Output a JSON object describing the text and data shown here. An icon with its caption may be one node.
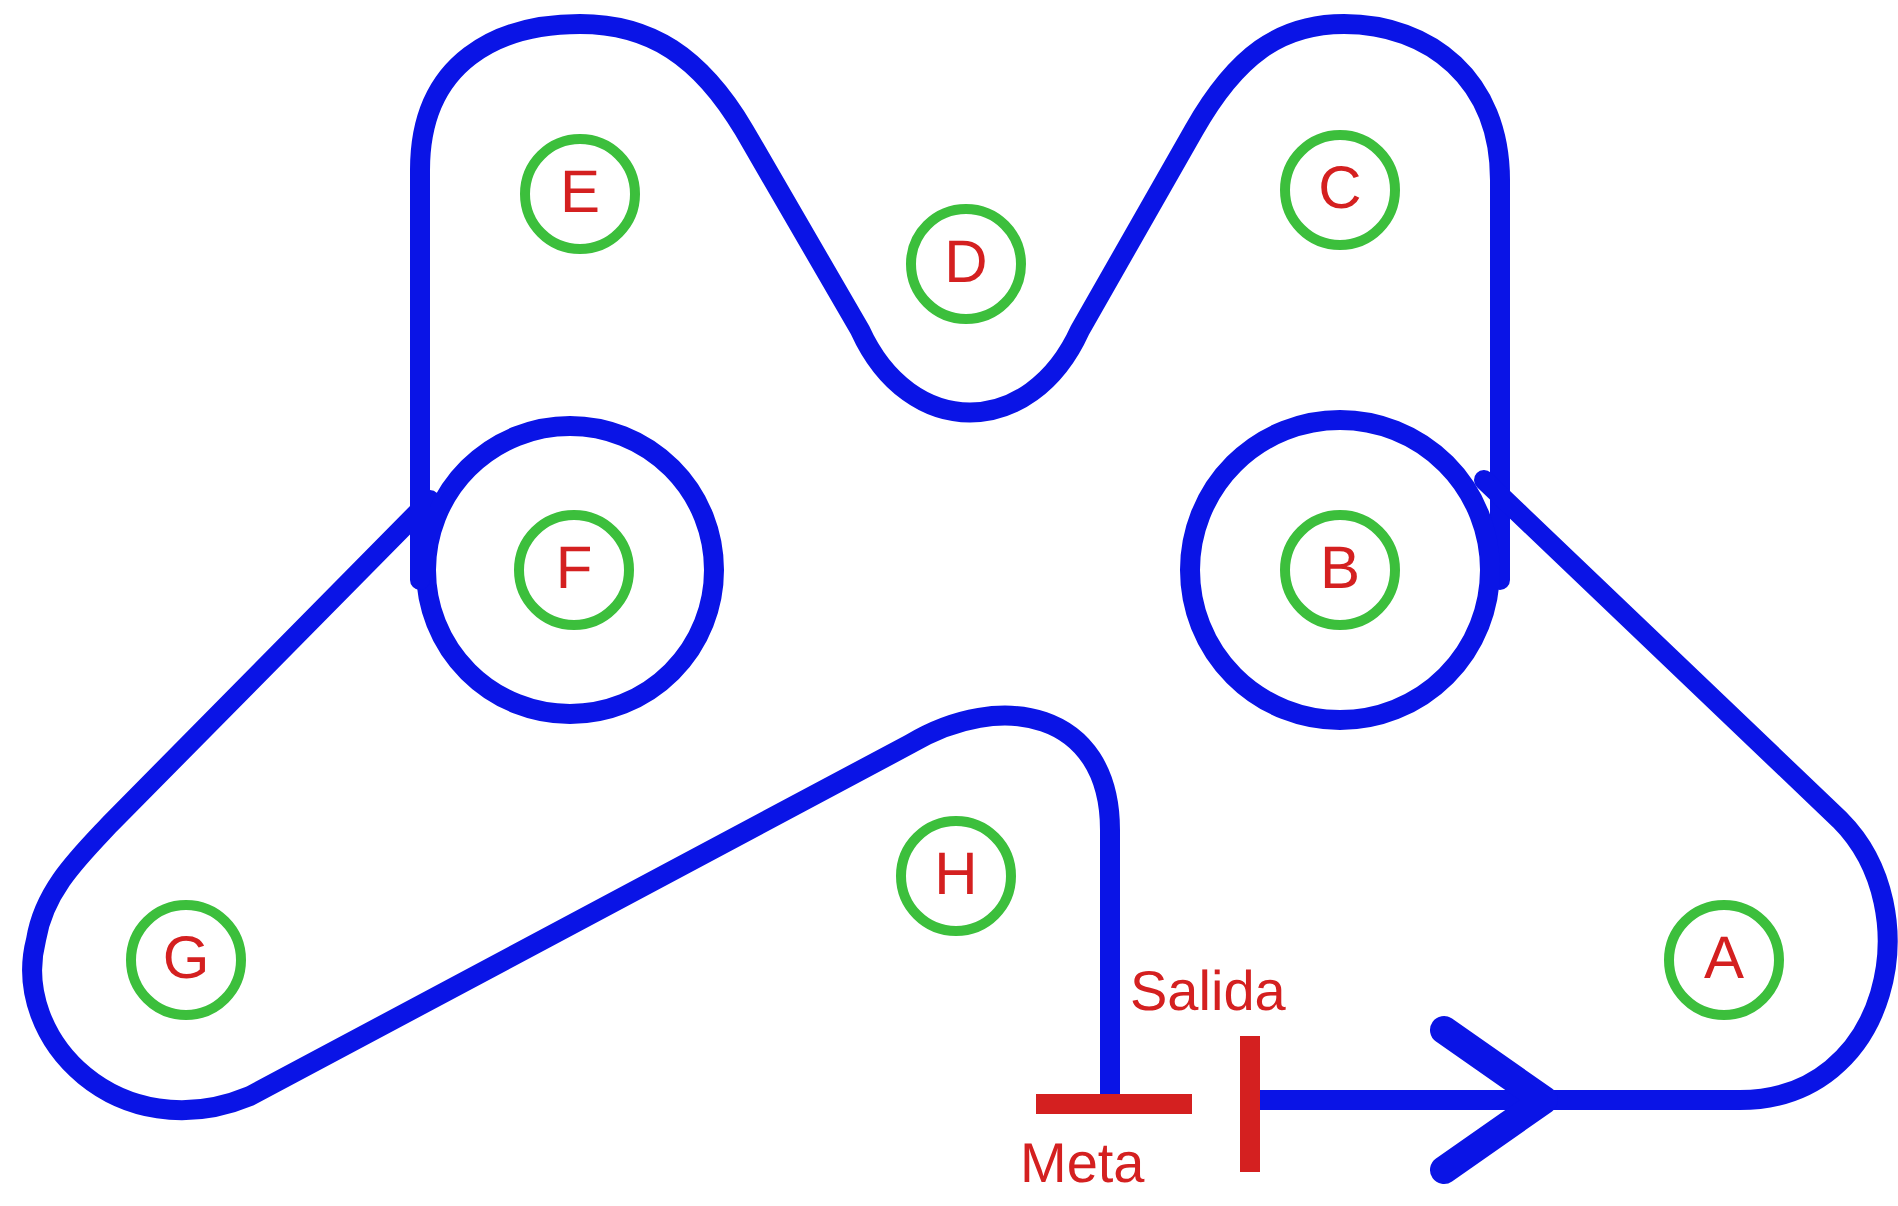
{
  "diagram": {
    "nodes": [
      {
        "text": [
          "E"
        ]
      },
      {
        "text": [
          "C"
        ]
      },
      {
        "text": [
          "D"
        ]
      },
      {
        "text": [
          "F"
        ]
      },
      {
        "text": [
          "B"
        ]
      },
      {
        "text": [
          "H"
        ]
      },
      {
        "text": [
          "G"
        ]
      },
      {
        "text": [
          "A"
        ]
      }
    ],
    "labels": [
      "Salida",
      "Meta"
    ]
  }
}
